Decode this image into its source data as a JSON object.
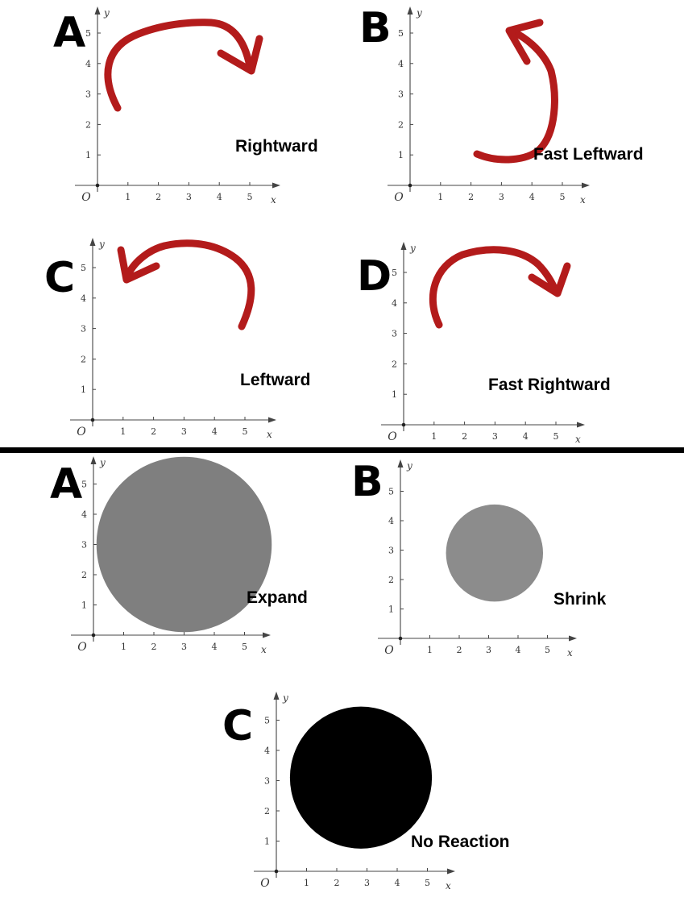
{
  "x_ticks": [
    "1",
    "2",
    "3",
    "4",
    "5"
  ],
  "y_ticks": [
    "1",
    "2",
    "3",
    "4",
    "5"
  ],
  "x_axis_name": "x",
  "y_axis_name": "y",
  "origin_label": "O",
  "colors": {
    "curve": "#b31b1b",
    "divider": "#000000",
    "circle_expand": "#7f7f7f",
    "circle_shrink": "#8c8c8c",
    "circle_none": "#000000"
  },
  "top_section": {
    "panels": [
      {
        "letter": "A",
        "caption": "Rightward",
        "direction": "right"
      },
      {
        "letter": "B",
        "caption": "Fast Leftward",
        "direction": "left"
      },
      {
        "letter": "C",
        "caption": "Leftward",
        "direction": "left"
      },
      {
        "letter": "D",
        "caption": "Fast Rightward",
        "direction": "right"
      }
    ]
  },
  "bottom_section": {
    "panels": [
      {
        "letter": "A",
        "caption": "Expand",
        "circle": {
          "center": [
            3,
            3
          ],
          "radius": 2.9
        }
      },
      {
        "letter": "B",
        "caption": "Shrink",
        "circle": {
          "center": [
            3.2,
            2.9
          ],
          "radius": 1.65
        }
      },
      {
        "letter": "C",
        "caption": "No Reaction",
        "circle": {
          "center": [
            2.8,
            3.1
          ],
          "radius": 2.35
        }
      }
    ]
  }
}
